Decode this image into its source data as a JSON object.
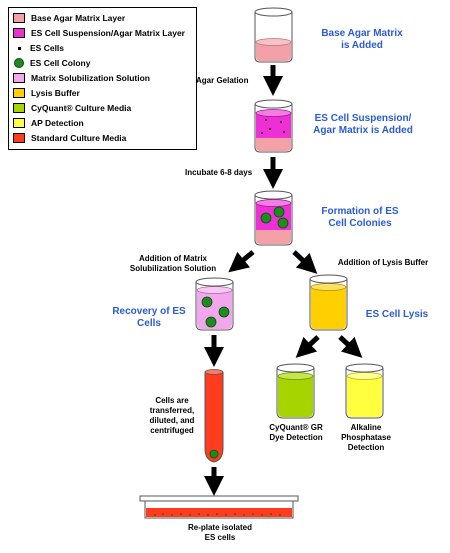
{
  "legend": [
    {
      "label": "Base Agar Matrix Layer",
      "kind": "swatch",
      "color": "#f3a0a6"
    },
    {
      "label": "ES Cell Suspension/Agar Matrix Layer",
      "kind": "swatch",
      "color": "#ee2fd6"
    },
    {
      "label": "ES Cells",
      "kind": "dot",
      "color": "#000000"
    },
    {
      "label": "ES Cell Colony",
      "kind": "circle",
      "color": "#1f8a1f"
    },
    {
      "label": "Matrix Solubilization Solution",
      "kind": "swatch",
      "color": "#f2a6ee"
    },
    {
      "label": "Lysis Buffer",
      "kind": "swatch",
      "color": "#ffcf00"
    },
    {
      "label": "CyQuant® Culture Media",
      "kind": "swatch",
      "color": "#a6d400"
    },
    {
      "label": "AP Detection",
      "kind": "swatch",
      "color": "#ffff40"
    },
    {
      "label": "Standard Culture Media",
      "kind": "swatch",
      "color": "#ff3c1e"
    }
  ],
  "steps": {
    "base_agar": "Base Agar Matrix\nis Added",
    "agar_gelation": "Agar Gelation",
    "es_suspension": "ES Cell Suspension/\nAgar Matrix is Added",
    "incubate": "Incubate 6-8 days",
    "formation": "Formation of ES\nCell Colonies",
    "addition_matrix": "Addition of Matrix\nSolubilization Solution",
    "addition_lysis": "Addition of Lysis Buffer",
    "recovery": "Recovery of ES\nCells",
    "lysis": "ES Cell Lysis",
    "transferred": "Cells are\ntransferred,\ndiluted, and\ncentrifuged",
    "cyquant_detection": "CyQuant® GR\nDye Detection",
    "alkaline": "Alkaline\nPhosphatase\nDetection",
    "replate": "Re-plate isolated\nES cells"
  }
}
